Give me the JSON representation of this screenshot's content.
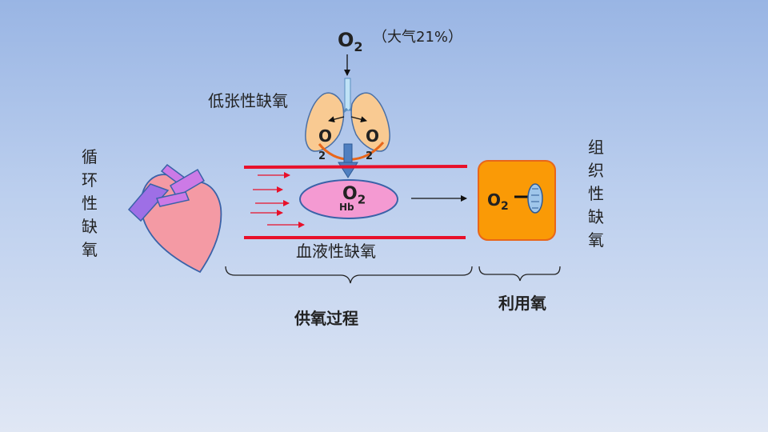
{
  "top": {
    "o2_main": "O",
    "o2_sub": "2",
    "atmosphere": "（大气21%）"
  },
  "lungs": {
    "left_o": "O",
    "left_sub": "2",
    "right_o": "O",
    "right_sub": "2"
  },
  "blood": {
    "o2": "O",
    "o2_sub": "2",
    "hb": "Hb"
  },
  "tissue": {
    "o2": "O",
    "o2_sub": "2"
  },
  "labels": {
    "hypotonic": "低张性缺氧",
    "circulatory": "循环性缺氧",
    "blood": "血液性缺氧",
    "histogenous": "组织性缺氧",
    "supply": "供氧过程",
    "utilization": "利用氧"
  },
  "colors": {
    "vessel": "#e8102a",
    "cell_fill": "#f49ad2",
    "tissue_fill": "#fa9a06",
    "heart_fill": "#f49aa4",
    "lung_fill": "#f9ca92"
  }
}
